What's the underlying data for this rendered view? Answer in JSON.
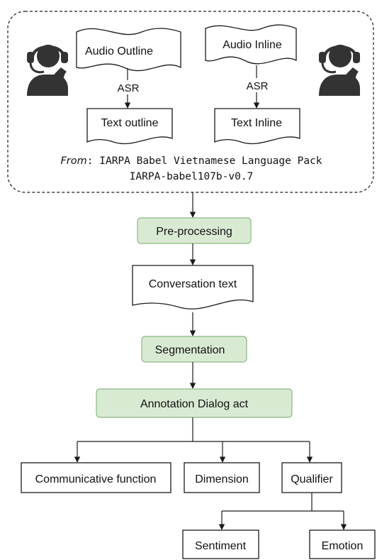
{
  "colors": {
    "stroke": "#1a1a1a",
    "process_fill": "#d9ead3",
    "process_stroke": "#8ab981",
    "headset_fill": "#333333"
  },
  "source_box": {
    "audio_outline": "Audio Outline",
    "audio_inline": "Audio Inline",
    "asr_left": "ASR",
    "asr_right": "ASR",
    "text_outline": "Text outline",
    "text_inline": "Text Inline",
    "from_label": "From",
    "from_rest": ": IARPA Babel Vietnamese Language Pack",
    "corpus_id": "IARPA-babel107b-v0.7",
    "left_icon": "operator-headset-icon",
    "right_icon": "operator-headset-icon"
  },
  "pipeline": {
    "preprocessing": "Pre-processing",
    "conversation_text": "Conversation text",
    "segmentation": "Segmentation",
    "annotation": "Annotation Dialog act"
  },
  "outputs": {
    "communicative_function": "Communicative function",
    "dimension": "Dimension",
    "qualifier": "Qualifier",
    "sentiment": "Sentiment",
    "emotion": "Emotion"
  }
}
